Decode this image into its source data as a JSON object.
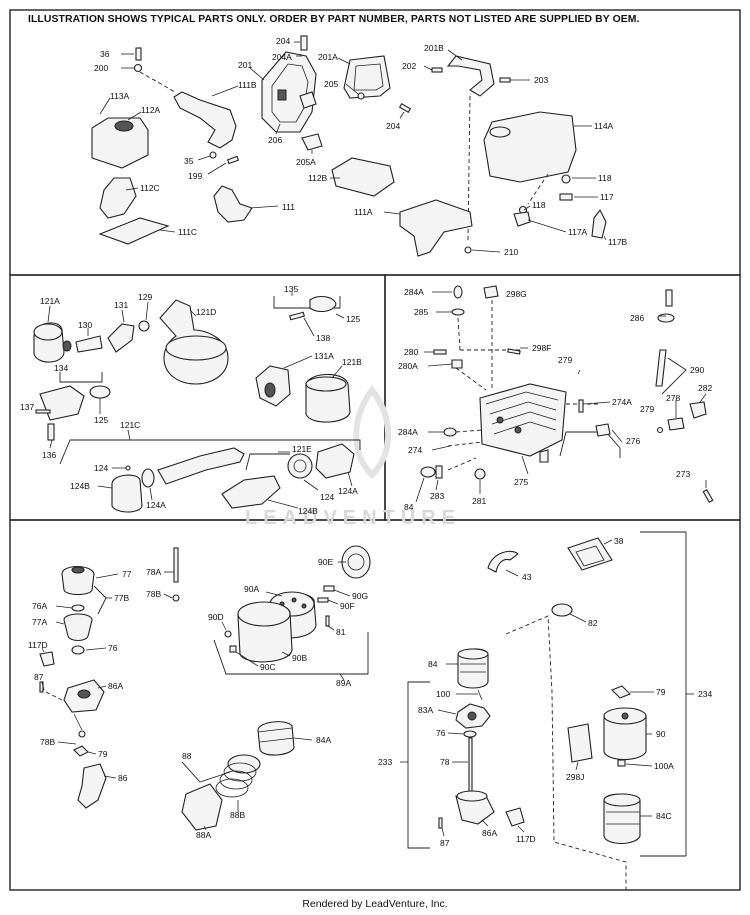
{
  "header": "ILLUSTRATION SHOWS TYPICAL PARTS ONLY. ORDER BY PART NUMBER, PARTS NOT LISTED ARE SUPPLIED BY OEM.",
  "footer": "Rendered by LeadVenture, Inc.",
  "watermark": "LEADVENTURE",
  "colors": {
    "ink": "#222222",
    "background": "#ffffff",
    "watermark": "#d8d8d8"
  },
  "labels": {
    "p36": "36",
    "p200": "200",
    "p113a": "113A",
    "p112a": "112A",
    "p111b": "111B",
    "p201": "201",
    "p204a": "204A",
    "p204": "204",
    "p201a": "201A",
    "p201b": "201B",
    "p202": "202",
    "p203": "203",
    "p205": "205",
    "p204b": "204",
    "p206": "206",
    "p205a": "205A",
    "p35": "35",
    "p199": "199",
    "p112c": "112C",
    "p111": "111",
    "p112b": "112B",
    "p111c": "111C",
    "p114a": "114A",
    "p118a": "118",
    "p118b": "118",
    "p117": "117",
    "p111a": "111A",
    "p117a": "117A",
    "p117b": "117B",
    "p210": "210",
    "p121a": "121A",
    "p131": "131",
    "p129": "129",
    "p130": "130",
    "p121d": "121D",
    "p135": "135",
    "p125a": "125",
    "p138": "138",
    "p134": "134",
    "p131a": "131A",
    "p121b": "121B",
    "p137": "137",
    "p125b": "125",
    "p136": "136",
    "p121c": "121C",
    "p124a": "124",
    "p121e": "121E",
    "p124b": "124B",
    "p124a2": "124A",
    "p124a3": "124A",
    "p124c": "124",
    "p124b2": "124B",
    "p284a": "284A",
    "p298g": "298G",
    "p285": "285",
    "p286": "286",
    "p298f": "298F",
    "p280": "280",
    "p280a": "280A",
    "p279a": "279",
    "p290": "290",
    "p274a": "274A",
    "p279b": "279",
    "p278": "278",
    "p282": "282",
    "p284a2": "284A",
    "p276": "276",
    "p274": "274",
    "p275": "275",
    "p273": "273",
    "p84a": "84",
    "p283": "283",
    "p281": "281",
    "p77": "77",
    "p78a": "78A",
    "p78b": "78B",
    "p77b": "77B",
    "p76a": "76A",
    "p77a": "77A",
    "p117d": "117D",
    "p76": "76",
    "p87": "87",
    "p86a": "86A",
    "p78b2": "78B",
    "p79": "79",
    "p86": "86",
    "p90e": "90E",
    "p90a": "90A",
    "p90g": "90G",
    "p90f": "90F",
    "p90d": "90D",
    "p81": "81",
    "p90c": "90C",
    "p90b": "90B",
    "p89a": "89A",
    "p84a2": "84A",
    "p88": "88",
    "p88b": "88B",
    "p88a": "88A",
    "p38": "38",
    "p43": "43",
    "p82": "82",
    "p84": "84",
    "p100": "100",
    "p83a": "83A",
    "p76b": "76",
    "p78": "78",
    "p233": "233",
    "p234": "234",
    "p79b": "79",
    "p90": "90",
    "p298j": "298J",
    "p100a": "100A",
    "p84c": "84C",
    "p87b": "87",
    "p86a2": "86A",
    "p117d2": "117D"
  }
}
